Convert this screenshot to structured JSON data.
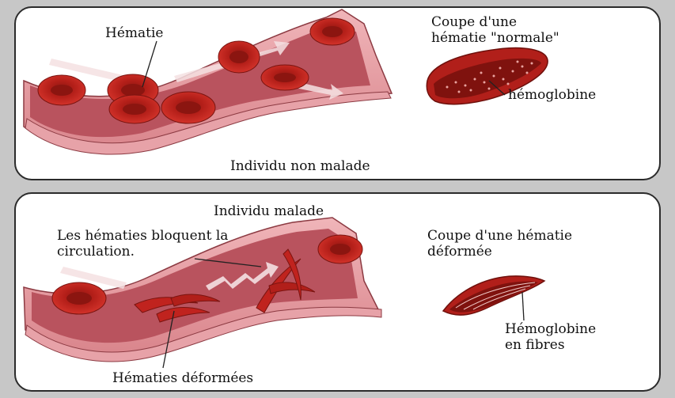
{
  "top_panel": {
    "title": "Individu non malade",
    "rbc_label": "Hématie",
    "cross_section_title_line1": "Coupe d'une",
    "cross_section_title_line2": "hématie \"normale\"",
    "hemoglobin_label": "hémoglobine"
  },
  "bottom_panel": {
    "title": "Individu malade",
    "block_label_line1": "Les hématies bloquent la",
    "block_label_line2": "circulation.",
    "cross_section_title_line1": "Coupe d'une hématie",
    "cross_section_title_line2": "déformée",
    "fiber_label_line1": "Hémoglobine",
    "fiber_label_line2": "en fibres",
    "deformed_label": "Hématies déformées"
  },
  "colors": {
    "background": "#c7c7c7",
    "panel": "#ffffff",
    "vessel_outer": "#e3959c",
    "vessel_inner": "#b85560",
    "vessel_lumen": "#9c3a45",
    "rbc": "#c0231e",
    "rbc_dark": "#8b1510",
    "flow_arrow": "#f4dfe1"
  }
}
